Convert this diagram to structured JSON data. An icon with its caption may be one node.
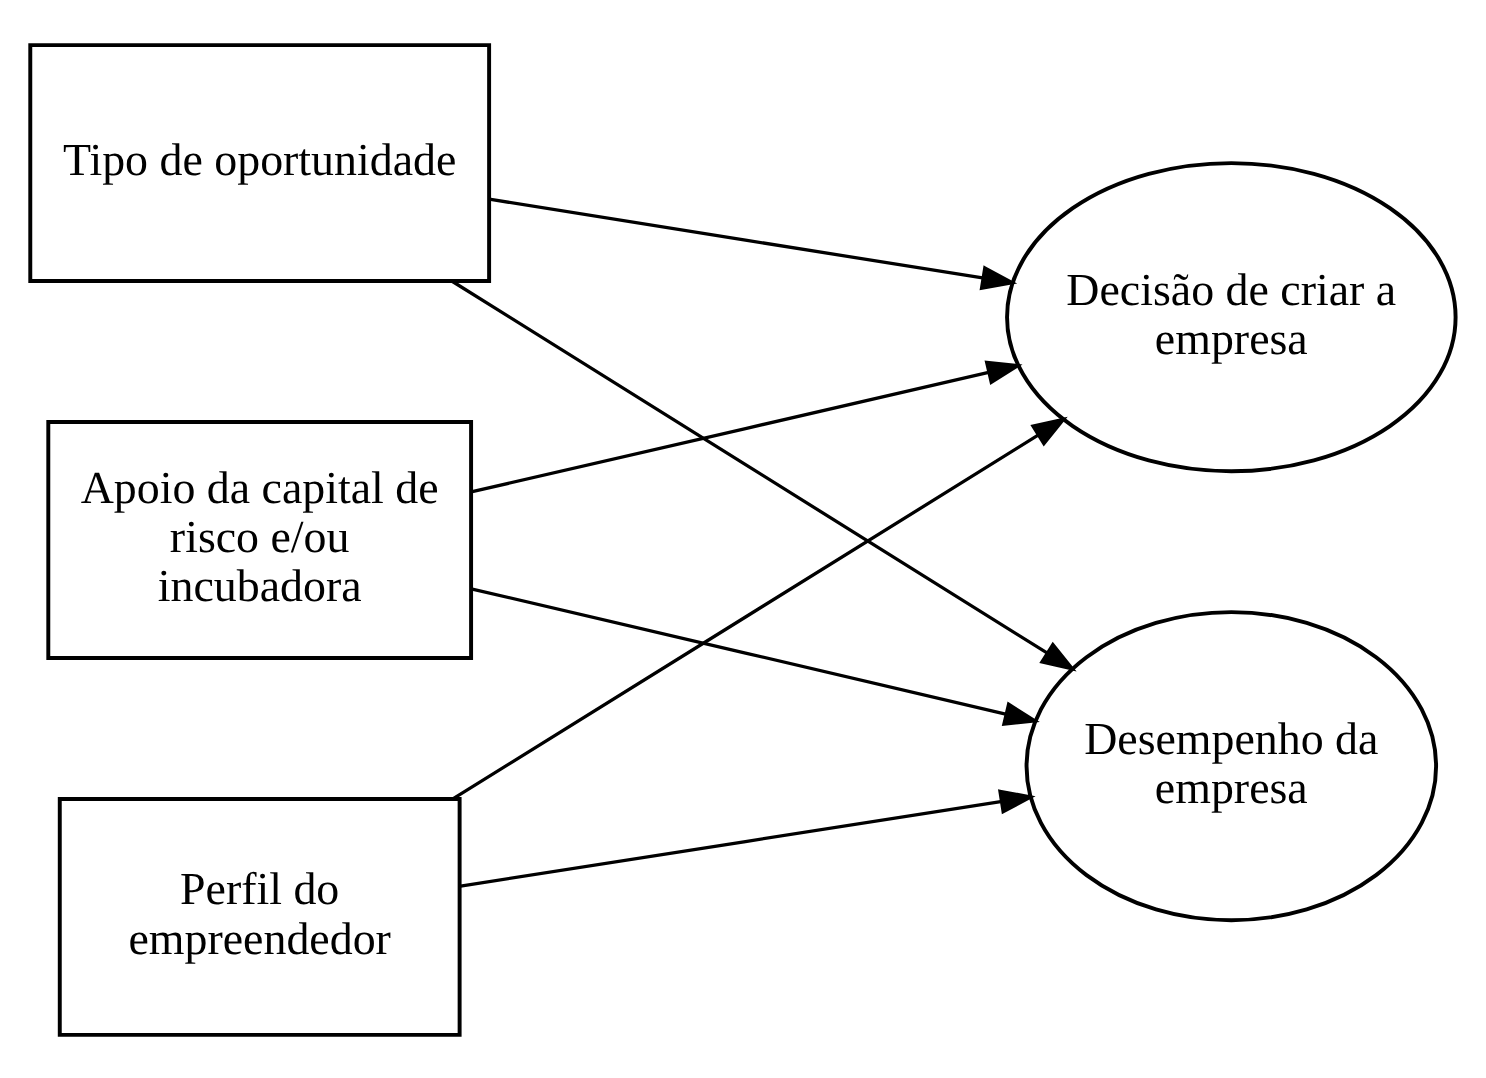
{
  "diagram": {
    "nodes": [
      {
        "text": [
          "Tipo de oportunidade"
        ]
      },
      {
        "text": [
          "Apoio da capital de risco e/ou incubadora"
        ]
      },
      {
        "text": [
          "Perfil do empreendedor"
        ]
      },
      {
        "text": [
          "Decisão de criar a empresa"
        ]
      },
      {
        "text": [
          "Desempenho da empresa"
        ]
      }
    ],
    "edges": [
      {
        "from": 0,
        "to": 3,
        "arrow": "to"
      },
      {
        "from": 0,
        "to": 4,
        "arrow": "to"
      },
      {
        "from": 1,
        "to": 3,
        "arrow": "to"
      },
      {
        "from": 1,
        "to": 4,
        "arrow": "to"
      },
      {
        "from": 2,
        "to": 3,
        "arrow": "to"
      },
      {
        "from": 2,
        "to": 4,
        "arrow": "to"
      }
    ]
  }
}
